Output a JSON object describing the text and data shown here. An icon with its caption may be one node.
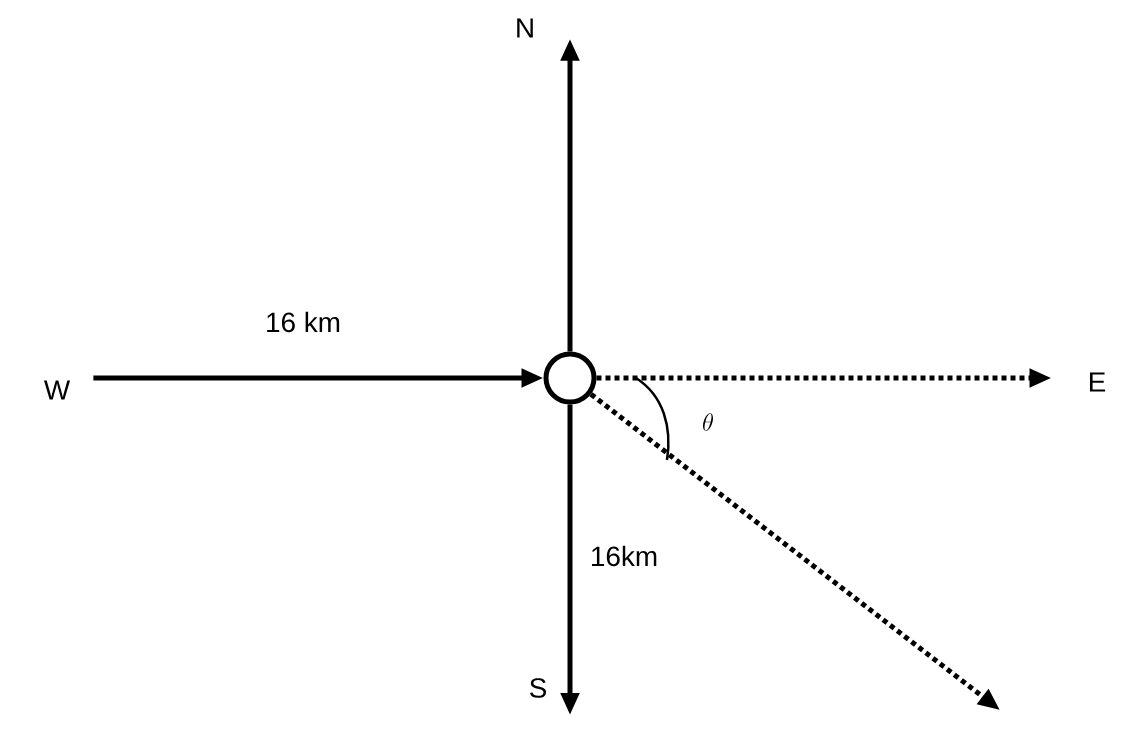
{
  "diagram": {
    "nodes": [
      {
        "text": [
          "N"
        ]
      },
      {
        "text": [
          "W"
        ]
      },
      {
        "text": [],
        "shape": "circle"
      },
      {
        "text": [
          "E"
        ]
      },
      {
        "text": [
          "S"
        ]
      }
    ],
    "edges": [
      {
        "from": 2,
        "to": 0,
        "arrow": "to"
      },
      {
        "from": 1,
        "to": 2,
        "arrow": "to",
        "label": "16 km"
      },
      {
        "from": 2,
        "to": 3,
        "arrow": "to",
        "style": "dashed"
      },
      {
        "from": 2,
        "to": 4,
        "arrow": "to",
        "label": "16km"
      },
      {
        "from": 2,
        "to": null,
        "arrow": "to",
        "style": "dashed"
      }
    ],
    "labels": [
      "\\theta"
    ]
  }
}
